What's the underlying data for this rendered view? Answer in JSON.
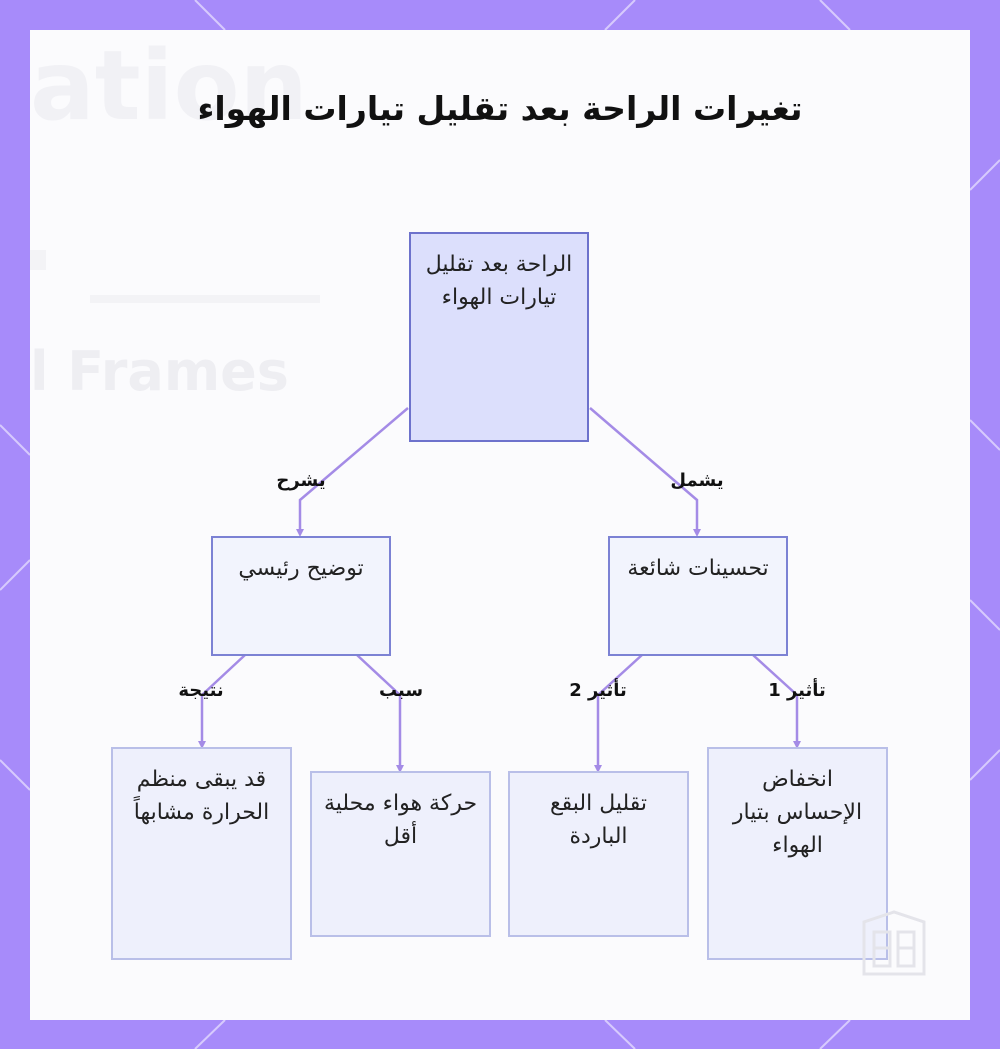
{
  "title": "تغيرات الراحة بعد تقليل تيارات الهواء",
  "background_ghost": [
    "ation",
    "l Frames"
  ],
  "colors": {
    "frame": "#a78bfa",
    "canvas": "#fbfbfd",
    "node_fill": "#eef0fc",
    "root_fill": "#dcdffc",
    "node_border": "#7c82d4",
    "edge": "#a48be6"
  },
  "nodes": {
    "root": "الراحة بعد تقليل تيارات الهواء",
    "main_explanation": "توضيح رئيسي",
    "common_improvements": "تحسينات شائعة",
    "thermostat_similar": "قد يبقى منظم الحرارة مشابهاً",
    "less_local_air": "حركة هواء محلية أقل",
    "fewer_cold_spots": "تقليل البقع الباردة",
    "less_draft_feeling": "انخفاض الإحساس بتيار الهواء"
  },
  "edges": {
    "explains": "يشرح",
    "includes": "يشمل",
    "result": "نتيجة",
    "cause": "سبب",
    "effect2": "تأثير 2",
    "effect1": "تأثير 1"
  },
  "logo_icon": "window-frame-icon"
}
